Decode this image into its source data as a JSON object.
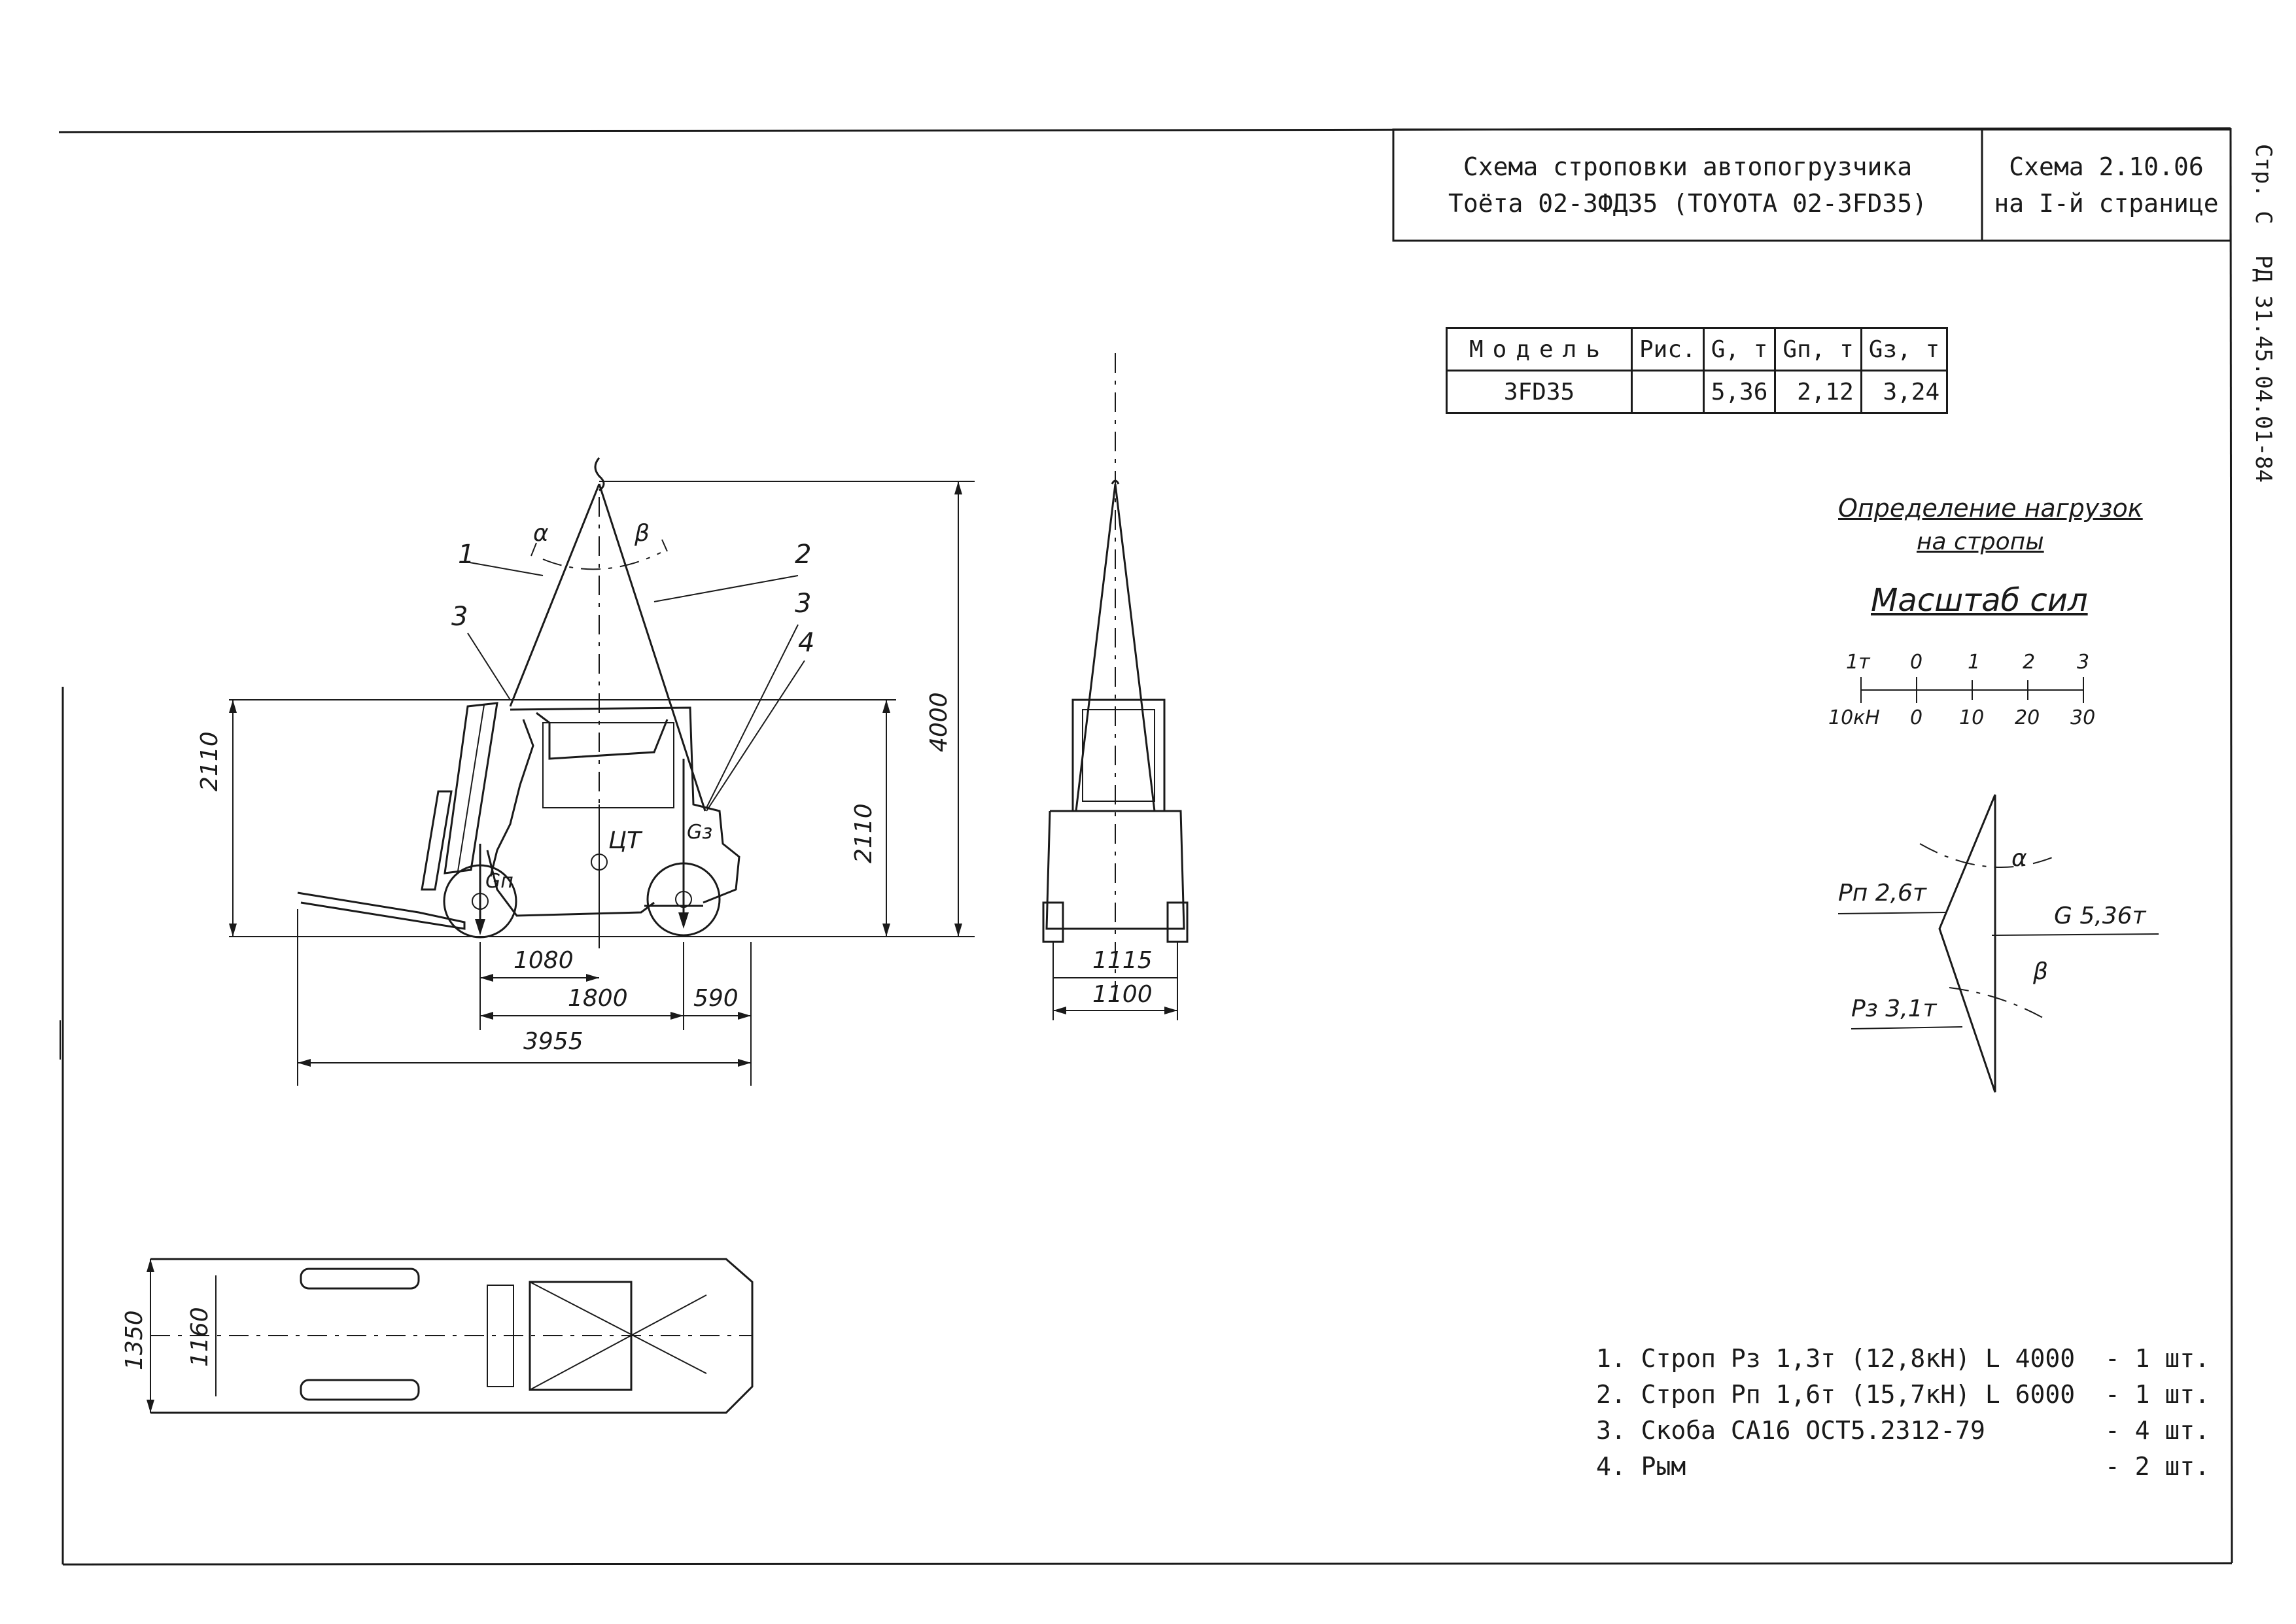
{
  "header": {
    "title_line1": "Схема строповки автопогрузчика",
    "title_line2": "Тоёта 02-3ФД35 (TOYOTA 02-3FD35)",
    "scheme_line1": "Схема 2.10.06",
    "scheme_line2": "на I-й странице"
  },
  "side_stamp": {
    "page": "Стр. С",
    "doc_code": "РД 31.45.04.01-84"
  },
  "params_table": {
    "headers": [
      "Модель",
      "Рис.",
      "G, т",
      "Gп, т",
      "Gз, т"
    ],
    "row": [
      "3FD35",
      "",
      "5,36",
      "2,12",
      "3,24"
    ]
  },
  "force_section": {
    "heading_line1": "Определение нагрузок",
    "heading_line2": "на стропы",
    "scale_title": "Масштаб сил",
    "scale_top": [
      "1т",
      "0",
      "1",
      "2",
      "3"
    ],
    "scale_bottom": [
      "10кН",
      "0",
      "10",
      "20",
      "30"
    ],
    "labels": {
      "pn": "Pп 2,6т",
      "g": "G 5,36т",
      "pz": "Pз 3,1т",
      "alpha": "α",
      "beta": "β"
    }
  },
  "side_view": {
    "callouts": [
      "1",
      "2",
      "3",
      "3",
      "4"
    ],
    "alpha": "α",
    "beta": "β",
    "ct": "ЦТ",
    "gp": "Gп",
    "gz": "Gз",
    "dims": {
      "height_left": "2110",
      "height_right": "2110",
      "height_hook": "4000",
      "d1080": "1080",
      "d1800": "1800",
      "d590": "590",
      "d3955": "3955"
    }
  },
  "rear_view": {
    "d1115": "1115",
    "d1100": "1100"
  },
  "plan_view": {
    "d1350": "1350",
    "d1160": "1160"
  },
  "spec_list": [
    "1. Строп Pз 1,3т (12,8кН) L 4000  - 1 шт.",
    "2. Строп Pп 1,6т (15,7кН) L 6000  - 1 шт.",
    "3. Скоба СА16 ОСТ5.2312-79        - 4 шт.",
    "4. Рым                            - 2 шт."
  ]
}
